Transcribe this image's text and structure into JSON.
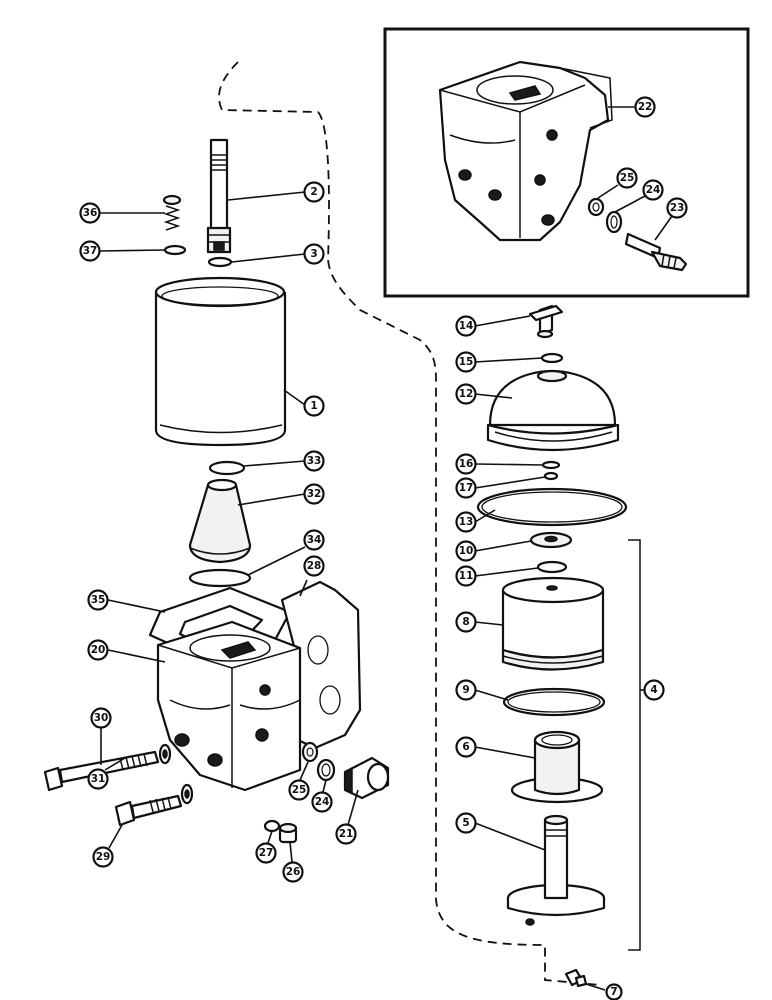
{
  "callouts": {
    "c1": "1",
    "c2": "2",
    "c3": "3",
    "c4": "4",
    "c5": "5",
    "c6": "6",
    "c7": "7",
    "c8": "8",
    "c9": "9",
    "c10": "10",
    "c11": "11",
    "c12": "12",
    "c13": "13",
    "c14": "14",
    "c15": "15",
    "c16": "16",
    "c17": "17",
    "c20": "20",
    "c21": "21",
    "c22": "22",
    "c23": "23",
    "c24a": "24",
    "c24b": "24",
    "c25a": "25",
    "c25b": "25",
    "c26": "26",
    "c27": "27",
    "c28": "28",
    "c29": "29",
    "c30": "30",
    "c31": "31",
    "c32": "32",
    "c33": "33",
    "c34": "34",
    "c35": "35",
    "c36": "36",
    "c37": "37"
  }
}
